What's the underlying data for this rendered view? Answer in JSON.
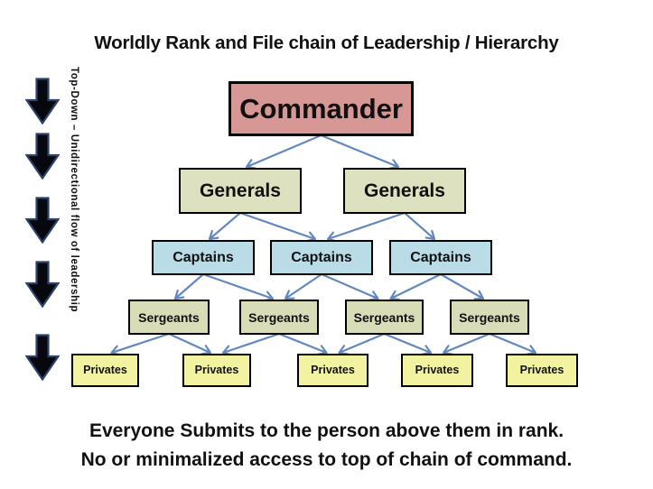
{
  "title": "Worldly Rank and File chain of Leadership / Hierarchy",
  "side_flow_label": "Top-Down – Unidirectional flow of leadership",
  "footer": {
    "line1": "Everyone Submits to the person above them in rank.",
    "line2": "No or minimalized access to top of chain of command."
  },
  "nodes": {
    "commander": {
      "label": "Commander"
    },
    "generals": [
      {
        "label": "Generals"
      },
      {
        "label": "Generals"
      }
    ],
    "captains": [
      {
        "label": "Captains"
      },
      {
        "label": "Captains"
      },
      {
        "label": "Captains"
      }
    ],
    "sergeants": [
      {
        "label": "Sergeants"
      },
      {
        "label": "Sergeants"
      },
      {
        "label": "Sergeants"
      },
      {
        "label": "Sergeants"
      }
    ],
    "privates": [
      {
        "label": "Privates"
      },
      {
        "label": "Privates"
      },
      {
        "label": "Privates"
      },
      {
        "label": "Privates"
      },
      {
        "label": "Privates"
      }
    ]
  },
  "edges": [
    {
      "from": "commander",
      "to": "general-1"
    },
    {
      "from": "commander",
      "to": "general-2"
    },
    {
      "from": "general-1",
      "to": "captain-1"
    },
    {
      "from": "general-1",
      "to": "captain-2"
    },
    {
      "from": "general-2",
      "to": "captain-2"
    },
    {
      "from": "general-2",
      "to": "captain-3"
    },
    {
      "from": "captain-1",
      "to": "sergeant-1"
    },
    {
      "from": "captain-1",
      "to": "sergeant-2"
    },
    {
      "from": "captain-2",
      "to": "sergeant-2"
    },
    {
      "from": "captain-2",
      "to": "sergeant-3"
    },
    {
      "from": "captain-3",
      "to": "sergeant-3"
    },
    {
      "from": "captain-3",
      "to": "sergeant-4"
    },
    {
      "from": "sergeant-1",
      "to": "private-1"
    },
    {
      "from": "sergeant-1",
      "to": "private-2"
    },
    {
      "from": "sergeant-2",
      "to": "private-2"
    },
    {
      "from": "sergeant-2",
      "to": "private-3"
    },
    {
      "from": "sergeant-3",
      "to": "private-3"
    },
    {
      "from": "sergeant-3",
      "to": "private-4"
    },
    {
      "from": "sergeant-4",
      "to": "private-4"
    },
    {
      "from": "sergeant-4",
      "to": "private-5"
    }
  ],
  "colors": {
    "commander_fill": "#d69795",
    "generals_fill": "#dde1c0",
    "captains_fill": "#b9dce7",
    "sergeants_fill": "#d8ddb8",
    "privates_fill": "#f1f3a1",
    "connector": "#6288c0",
    "box_border": "#000000",
    "flow_arrow_fill": "#07080e",
    "flow_arrow_outline": "#2c436e",
    "text": "#111111"
  }
}
